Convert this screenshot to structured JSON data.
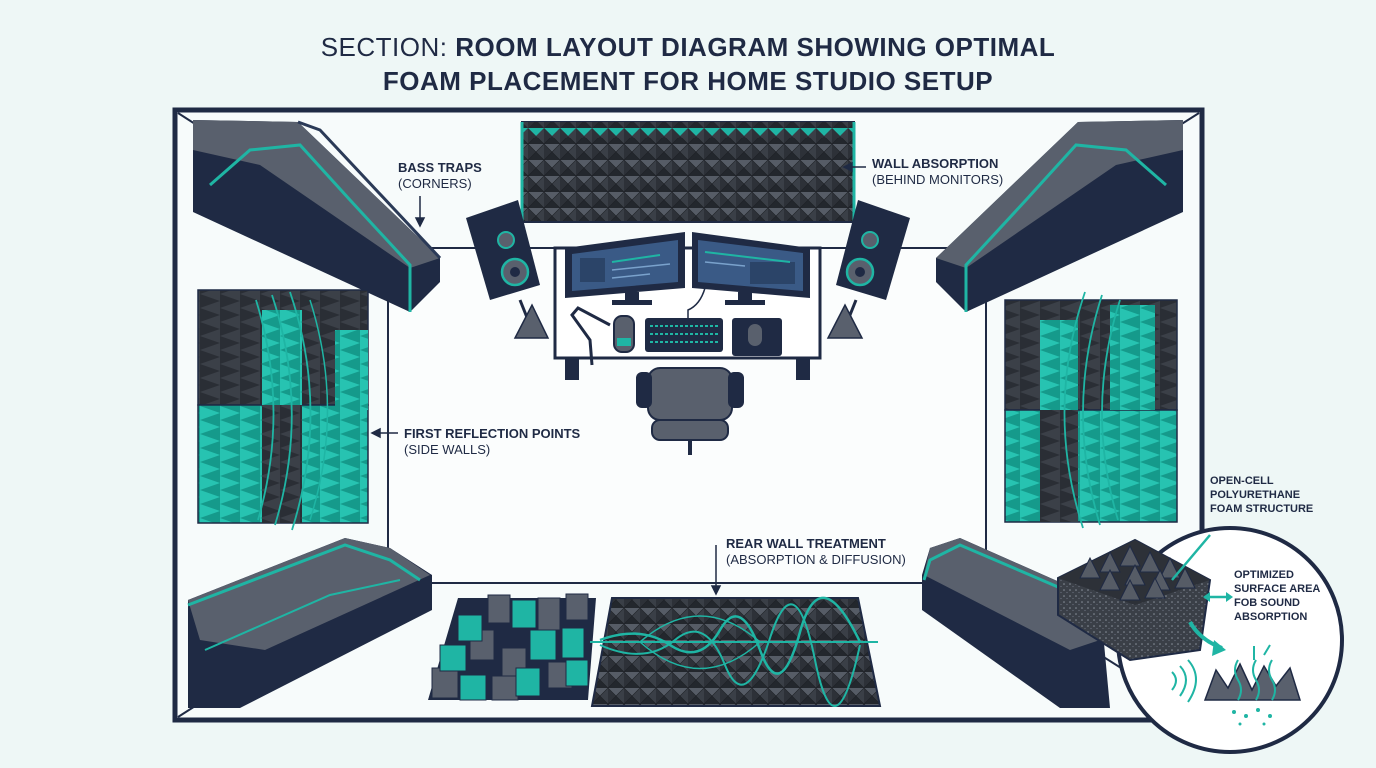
{
  "title": {
    "lead": "SECTION: ",
    "main_line1": "ROOM LAYOUT DIAGRAM SHOWING OPTIMAL",
    "main_line2": "FOAM PLACEMENT FOR HOME STUDIO SETUP"
  },
  "labels": {
    "bass_traps": {
      "heading": "BASS TRAPS",
      "sub": "(CORNERS)"
    },
    "wall_absorption": {
      "heading": "WALL ABSORPTION",
      "sub": "(BEHIND MONITORS)"
    },
    "first_reflection": {
      "heading": "FIRST REFLECTION POINTS",
      "sub": "(SIDE WALLS)"
    },
    "rear_wall": {
      "heading": "REAR WALL TREATMENT",
      "sub": "(ABSORPTION & DIFFUSION)"
    }
  },
  "detail_inset": {
    "foam_structure": [
      "OPEN-CELL",
      "POLYURETHANE",
      "FOAM STRUCTURE"
    ],
    "surface_area": [
      "OPTIMIZED",
      "SURFACE AREA",
      "FOB SOUND",
      "ABSORPTION"
    ]
  },
  "colors": {
    "navy": "#1f2a44",
    "slate": "#59606d",
    "dark": "#33373f",
    "teal": "#1fb5a4",
    "background": "#eef7f6",
    "floor": "#f7fbfb"
  }
}
